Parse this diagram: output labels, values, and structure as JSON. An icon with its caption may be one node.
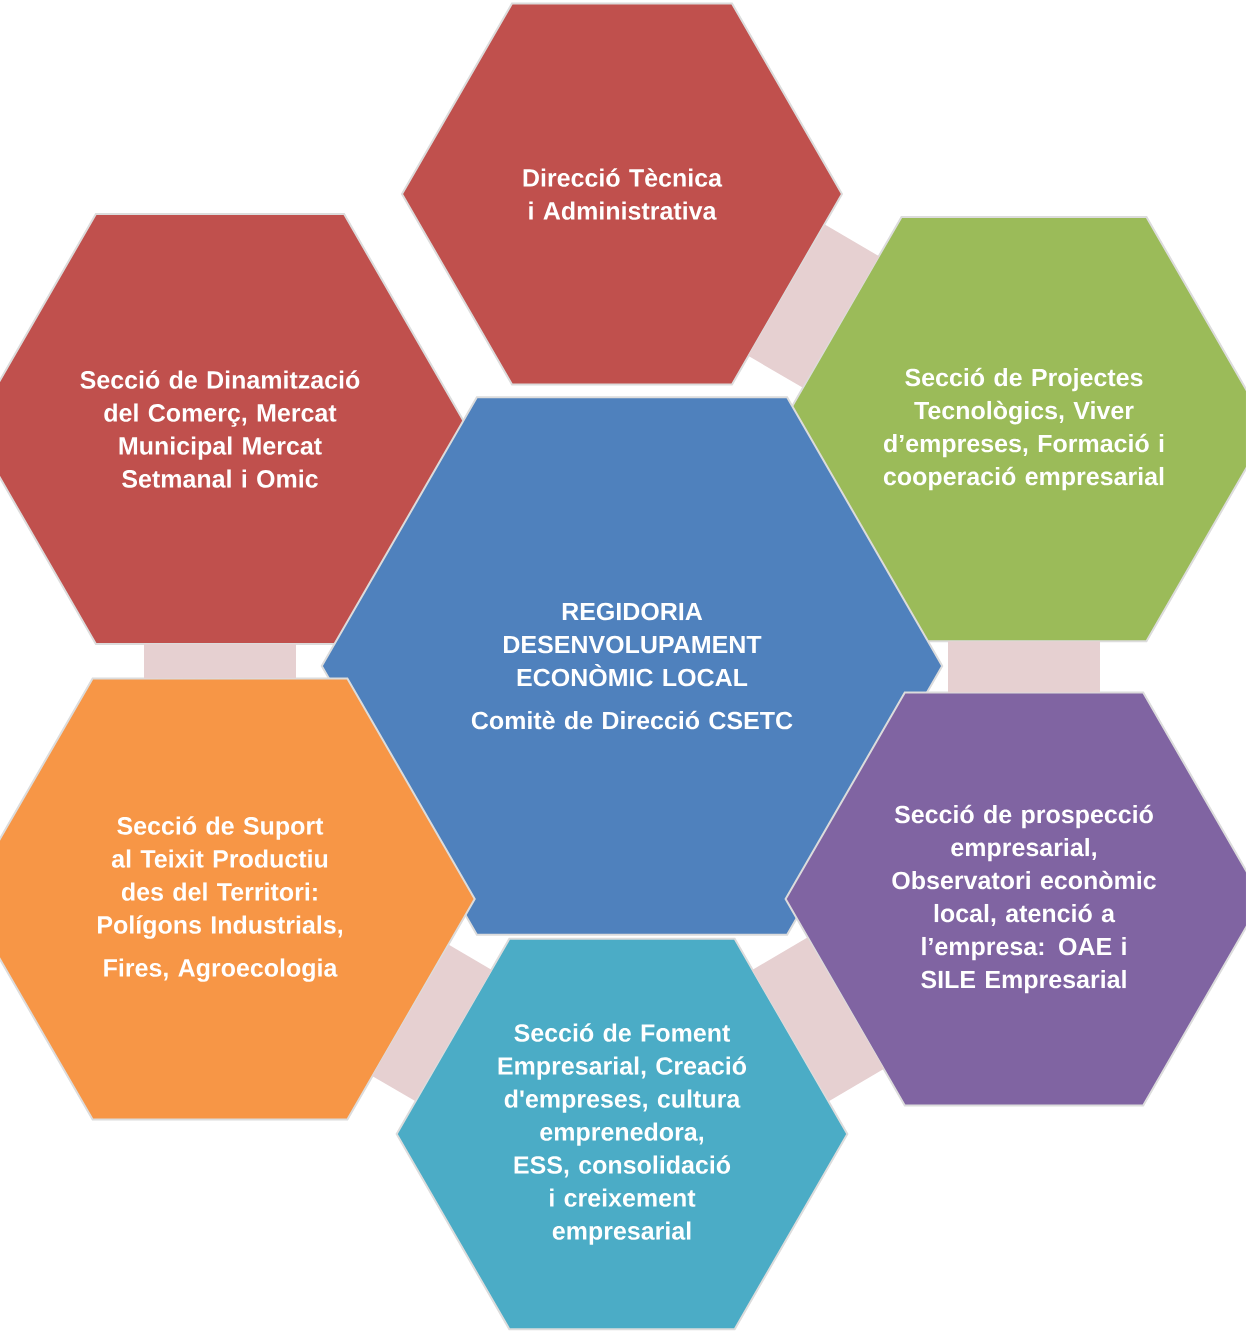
{
  "diagram": {
    "nodes": [
      {
        "text": [
          "Direcció Tècnica i Administrativa"
        ]
      },
      {
        "text": [
          "Secció de Dinamització del Comerç, Mercat Municipal Mercat Setmanal i Omic"
        ]
      },
      {
        "text": [
          "Secció de Projectes Tecnològics, Viver d’empreses, Formació i cooperació empresarial"
        ]
      },
      {
        "text": [
          "REGIDORIA DESENVOLUPAMENT ECONÒMIC LOCAL",
          "Comitè de Direcció CSETC"
        ]
      },
      {
        "text": [
          "Secció de Suport al Teixit Productiu des del Territori: Polígons Industrials,",
          "Fires, Agroecologia"
        ]
      },
      {
        "text": [
          "Secció de prospecció empresarial, Observatori econòmic local, atenció a l’empresa: OAE i SILE Empresarial"
        ]
      },
      {
        "text": [
          "Secció de Foment Empresarial, Creació d'empreses, cultura emprenedora, ESS, consolidació i creixement empresarial"
        ]
      }
    ],
    "edges": [
      {
        "from": 0,
        "to": 2,
        "arrow": "none"
      },
      {
        "from": 2,
        "to": 5,
        "arrow": "none"
      },
      {
        "from": 5,
        "to": 6,
        "arrow": "none"
      },
      {
        "from": 6,
        "to": 4,
        "arrow": "none"
      },
      {
        "from": 4,
        "to": 1,
        "arrow": "none"
      }
    ]
  }
}
